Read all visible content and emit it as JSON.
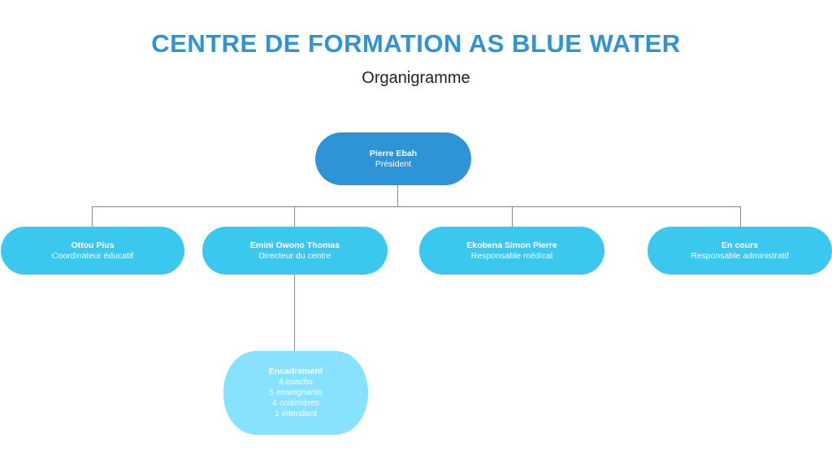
{
  "header": {
    "title": "CENTRE DE FORMATION AS BLUE WATER",
    "subtitle": "Organigramme"
  },
  "org": {
    "president": {
      "name": "Pierre Ebah",
      "role": "Président"
    },
    "level2": [
      {
        "name": "Ottou Pius",
        "role": "Coordinateur éducatif"
      },
      {
        "name": "Emini Owono Thomas",
        "role": "Directeur du centre"
      },
      {
        "name": "Ekobena Simon Pierre",
        "role": "Responsable médical"
      },
      {
        "name": "En cours",
        "role": "Responsable administratif"
      }
    ],
    "staff": {
      "title": "Encadrement",
      "items": [
        "4 coachs",
        "5 enseignants",
        "4 cuisinières",
        "1 intendant"
      ]
    }
  },
  "colors": {
    "title": "#2f94d6",
    "president_node": "#2f94d6",
    "level2_node": "#3ac8ef",
    "staff_node": "#86e2fd",
    "connector": "#8a8a8a"
  }
}
